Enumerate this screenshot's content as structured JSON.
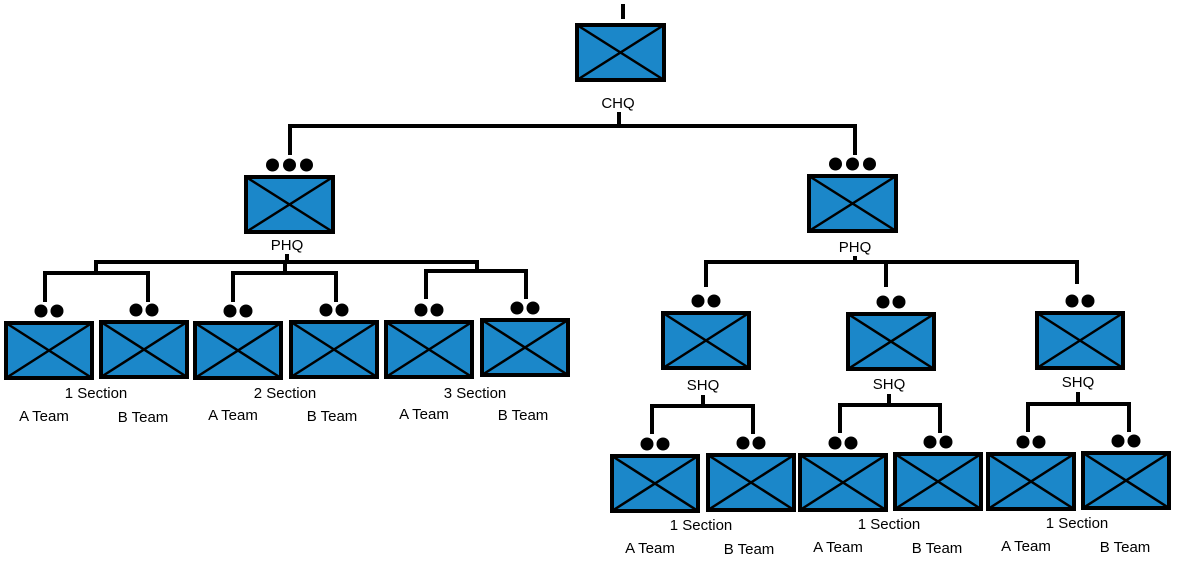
{
  "unit_fill": "#1b87c9",
  "unit_stroke": "#000000",
  "top": {
    "label": "CHQ"
  },
  "left_platoon": {
    "label": "PHQ",
    "sections": [
      {
        "label": "1 Section",
        "team_a": "A Team",
        "team_b": "B Team"
      },
      {
        "label": "2 Section",
        "team_a": "A Team",
        "team_b": "B Team"
      },
      {
        "label": "3 Section",
        "team_a": "A Team",
        "team_b": "B Team"
      }
    ]
  },
  "right_platoon": {
    "label": "PHQ",
    "sections": [
      {
        "hq_label": "SHQ",
        "label": "1 Section",
        "team_a": "A Team",
        "team_b": "B Team"
      },
      {
        "hq_label": "SHQ",
        "label": "1 Section",
        "team_a": "A Team",
        "team_b": "B Team"
      },
      {
        "hq_label": "SHQ",
        "label": "1 Section",
        "team_a": "A Team",
        "team_b": "B Team"
      }
    ]
  }
}
